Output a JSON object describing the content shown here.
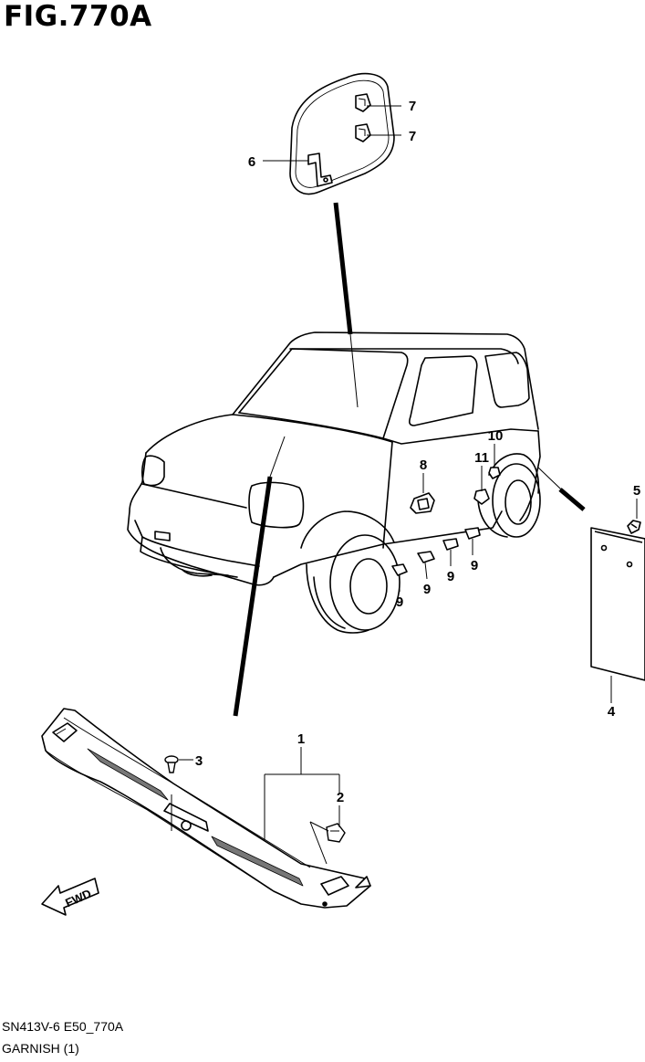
{
  "figure_title": "FIG.770A",
  "footer": {
    "code": "SN413V-6 E50_770A",
    "name": "GARNISH (1)"
  },
  "fwd_label": "FWD",
  "callouts": {
    "c1": "1",
    "c2": "2",
    "c3": "3",
    "c4": "4",
    "c5": "5",
    "c6": "6",
    "c7a": "7",
    "c7b": "7",
    "c8": "8",
    "c9a": "9",
    "c9b": "9",
    "c9c": "9",
    "c9d": "9",
    "c10": "10",
    "c11": "11"
  }
}
